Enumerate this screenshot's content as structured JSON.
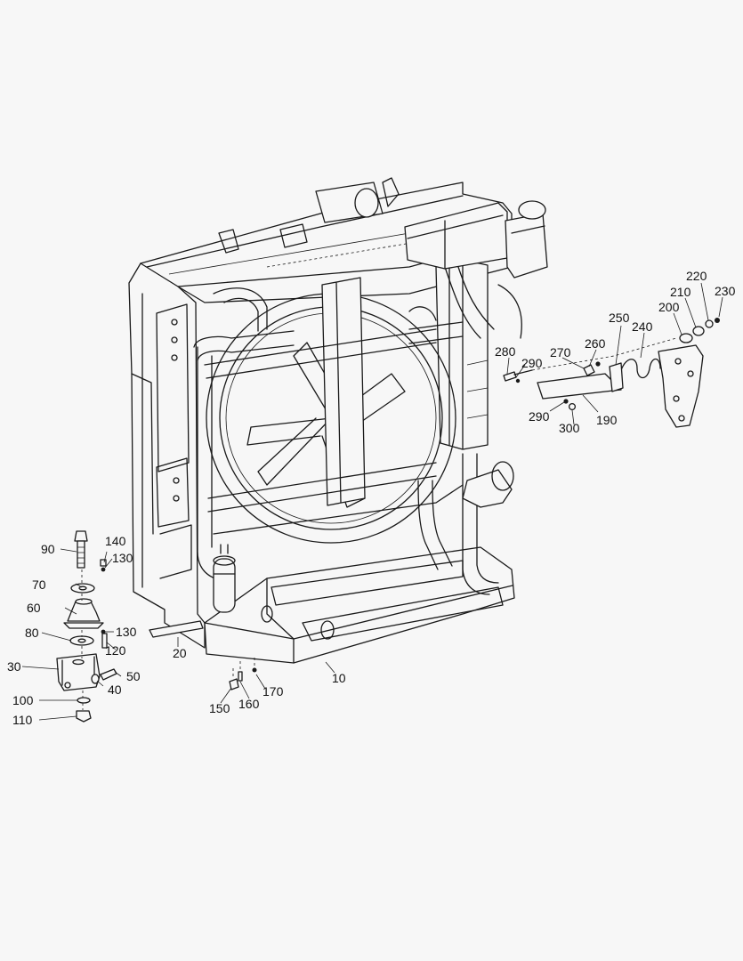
{
  "labels": {
    "l10": "10",
    "l20": "20",
    "l30": "30",
    "l40": "40",
    "l50": "50",
    "l60": "60",
    "l70": "70",
    "l80": "80",
    "l90": "90",
    "l100": "100",
    "l110": "110",
    "l120": "120",
    "l130a": "130",
    "l130b": "130",
    "l140": "140",
    "l150": "150",
    "l160": "160",
    "l170": "170",
    "l190": "190",
    "l200": "200",
    "l210": "210",
    "l220": "220",
    "l230": "230",
    "l240": "240",
    "l250": "250",
    "l260": "260",
    "l270": "270",
    "l280": "280",
    "l290a": "290",
    "l290b": "290",
    "l300": "300"
  }
}
